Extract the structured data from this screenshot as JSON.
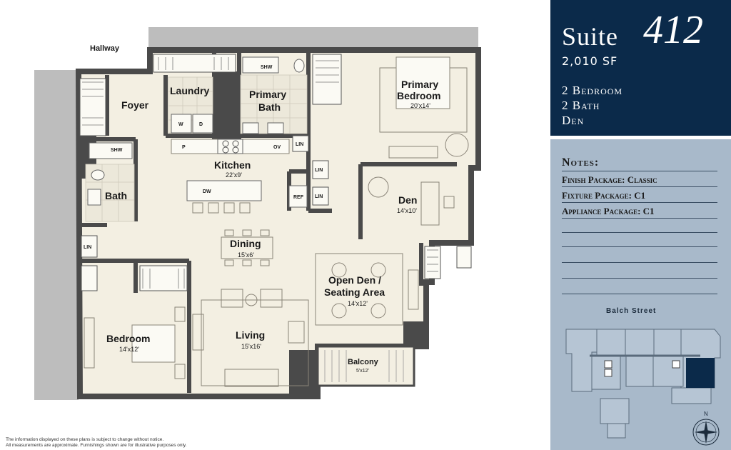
{
  "suite": {
    "word": "Suite",
    "number": "412",
    "area": "2,010 SF"
  },
  "specs": {
    "bedrooms": "2 Bedroom",
    "baths": "2 Bath",
    "extra": "Den"
  },
  "notes": {
    "title": "Notes:",
    "finish": "Finish Package: Classic",
    "fixture": "Fixture Package: C1",
    "appliance": "Appliance Package: C1"
  },
  "keyplan": {
    "street": "Balch Street",
    "north": "N"
  },
  "rooms": {
    "hallway": "Hallway",
    "foyer": "Foyer",
    "laundry": "Laundry",
    "primary_bath": "Primary Bath",
    "primary_bath_line1": "Primary",
    "primary_bath_line2": "Bath",
    "primary_bedroom_line1": "Primary",
    "primary_bedroom_line2": "Bedroom",
    "primary_bedroom_dim": "20'x14'",
    "kitchen": "Kitchen",
    "kitchen_dim": "22'x9'",
    "bath": "Bath",
    "den": "Den",
    "den_dim": "14'x10'",
    "dining": "Dining",
    "dining_dim": "15'x6'",
    "open_den_line1": "Open Den /",
    "open_den_line2": "Seating Area",
    "open_den_dim": "14'x12'",
    "bedroom": "Bedroom",
    "bedroom_dim": "14'x12'",
    "living": "Living",
    "living_dim": "15'x16'",
    "balcony": "Balcony",
    "balcony_dim": "5'x12'"
  },
  "fixtures": {
    "shw": "SHW",
    "lin": "LIN",
    "w": "W",
    "d": "D",
    "p": "P",
    "ov": "OV",
    "dw": "DW",
    "ref": "REF"
  },
  "disclaimer": {
    "line1": "The information displayed on these plans is subject to change without notice.",
    "line2": "All measurements are approximate. Furnishings shown are for illustrative purposes only."
  },
  "colors": {
    "panel_dark": "#0b2a4a",
    "panel_light": "#a8b9ca",
    "floor": "#f3efe2",
    "wall": "#4a4a4a",
    "exterior": "#bdbdbd",
    "highlight_unit": "#0b2a4a"
  }
}
